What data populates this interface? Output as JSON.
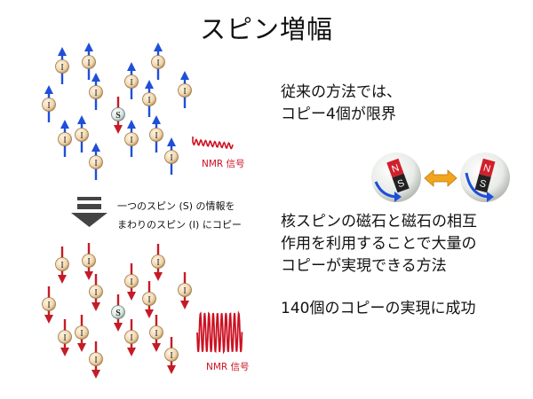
{
  "title": "スピン増幅",
  "conventional": {
    "line1": "従来の方法では、",
    "line2": "コピー4個が限界"
  },
  "method": {
    "line1": "核スピンの磁石と磁石の相互",
    "line2": "作用を利用することで大量の",
    "line3": "コピーが実現できる方法"
  },
  "result": "140個のコピーの実現に成功",
  "process": {
    "line1": "一つのスピン (S) の情報を",
    "line2": "まわりのスピン (I) にコピー"
  },
  "nmr_label_top": "NMR 信号",
  "nmr_label_bottom": "NMR 信号",
  "spin_labels": {
    "neighbor": "I",
    "center": "S"
  },
  "magnet_labels": {
    "north": "N",
    "south": "S"
  },
  "colors": {
    "up_arrow": "#1f4fd8",
    "down_arrow": "#c41c26",
    "nmr_signal": "#cc1122",
    "double_arrow": "#f2a51c",
    "step_arrow": "#444444"
  }
}
